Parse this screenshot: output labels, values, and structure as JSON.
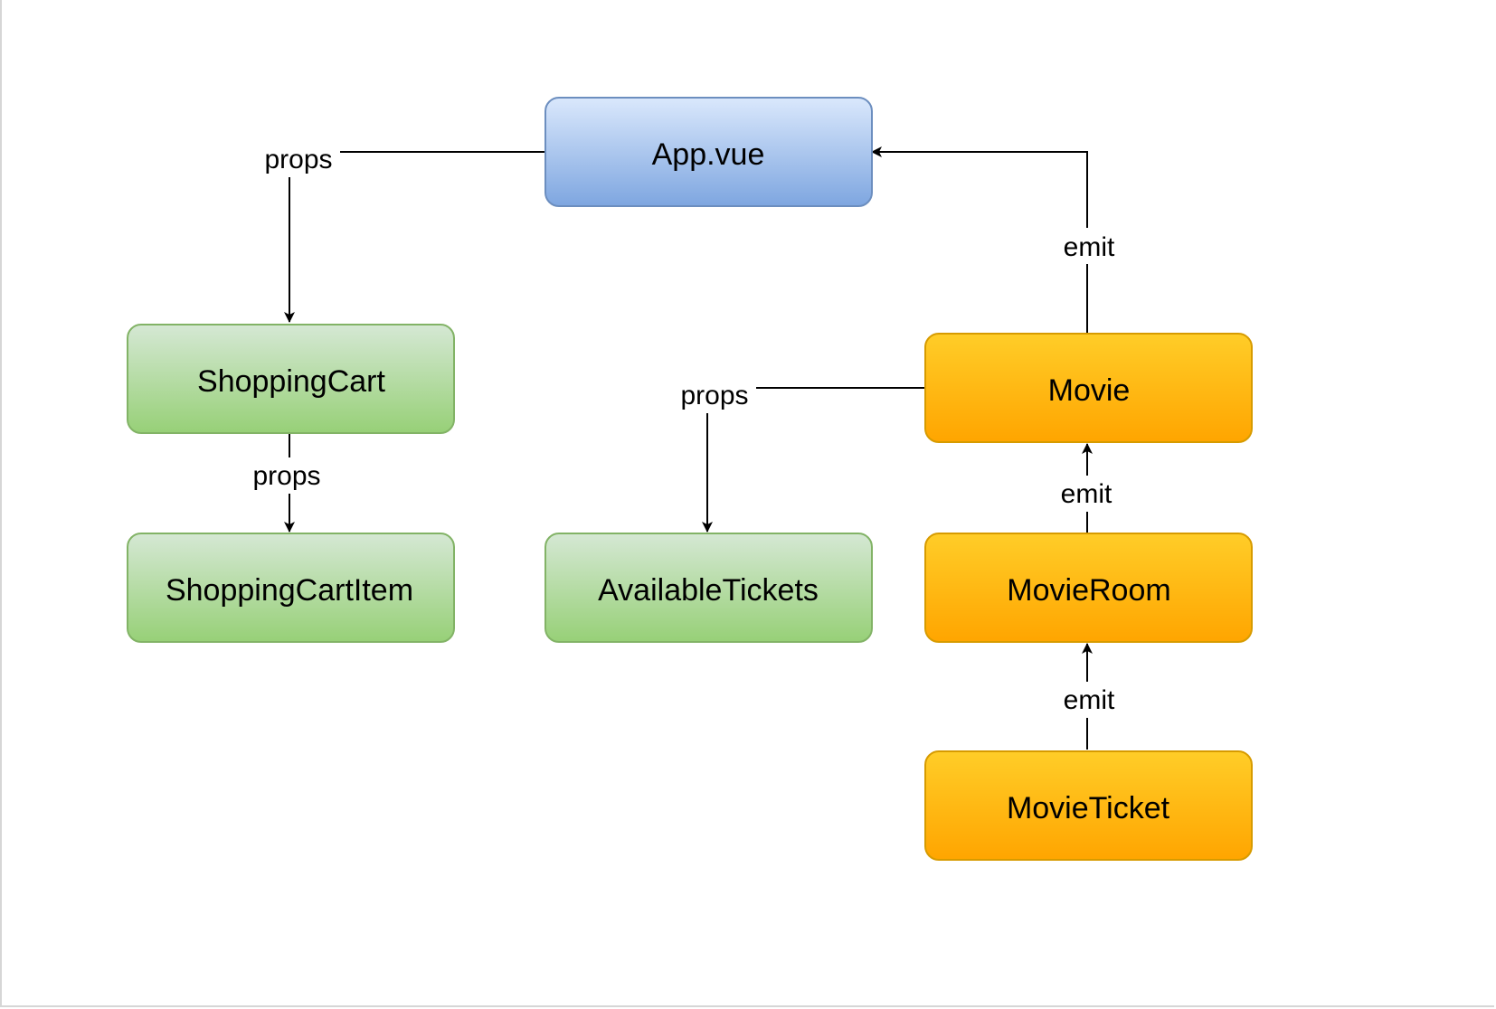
{
  "diagram": {
    "nodes": {
      "app": {
        "label": "App.vue"
      },
      "shopping_cart": {
        "label": "ShoppingCart"
      },
      "shopping_cart_item": {
        "label": "ShoppingCartItem"
      },
      "available_tickets": {
        "label": "AvailableTickets"
      },
      "movie": {
        "label": "Movie"
      },
      "movie_room": {
        "label": "MovieRoom"
      },
      "movie_ticket": {
        "label": "MovieTicket"
      }
    },
    "edges": {
      "app_to_cart": {
        "label": "props"
      },
      "cart_to_item": {
        "label": "props"
      },
      "movie_to_tickets": {
        "label": "props"
      },
      "movie_to_app": {
        "label": "emit"
      },
      "room_to_movie": {
        "label": "emit"
      },
      "ticket_to_room": {
        "label": "emit"
      }
    },
    "colors": {
      "blue_fill_top": "#dae8fc",
      "blue_fill_bottom": "#7ea6e0",
      "blue_stroke": "#6c8ebf",
      "green_fill_top": "#d5e8d4",
      "green_fill_bottom": "#97d077",
      "green_stroke": "#82b366",
      "orange_fill_top": "#ffcd28",
      "orange_fill_bottom": "#ffa500",
      "orange_stroke": "#d79b00",
      "line": "#000000"
    }
  }
}
